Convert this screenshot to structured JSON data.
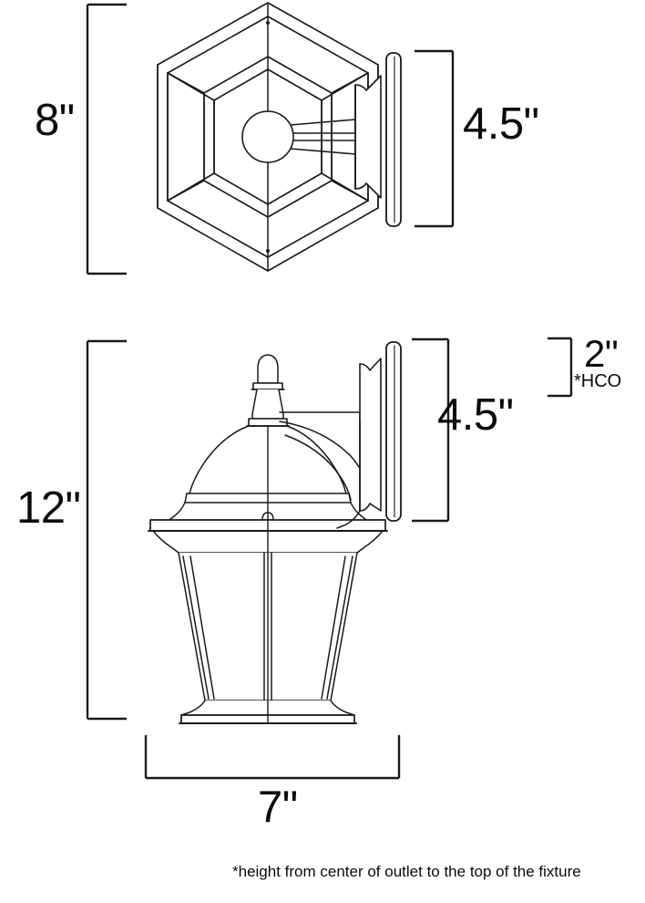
{
  "document": {
    "kind": "product-dimension-drawing",
    "subject": "outdoor wall lantern fixture",
    "background_color": "#ffffff",
    "line_color": "#1a1a1a",
    "text_color": "#0a0a0a"
  },
  "views": {
    "top": {
      "name": "top-view",
      "description": "hexagonal lantern seen from above with wall mounting plate at right"
    },
    "side": {
      "name": "side-view",
      "description": "lantern seen from the side showing finial, dome, glass body and base"
    }
  },
  "dimensions": {
    "height_top_view": "8\"",
    "depth_top_view": "4.5\"",
    "height_side_view": "12\"",
    "depth_side_view": "4.5\"",
    "outlet_to_top": "2\"",
    "outlet_note": "*HCO",
    "width_side_view": "7\""
  },
  "footnote": {
    "text": "*height from center of outlet to the top of the fixture"
  }
}
